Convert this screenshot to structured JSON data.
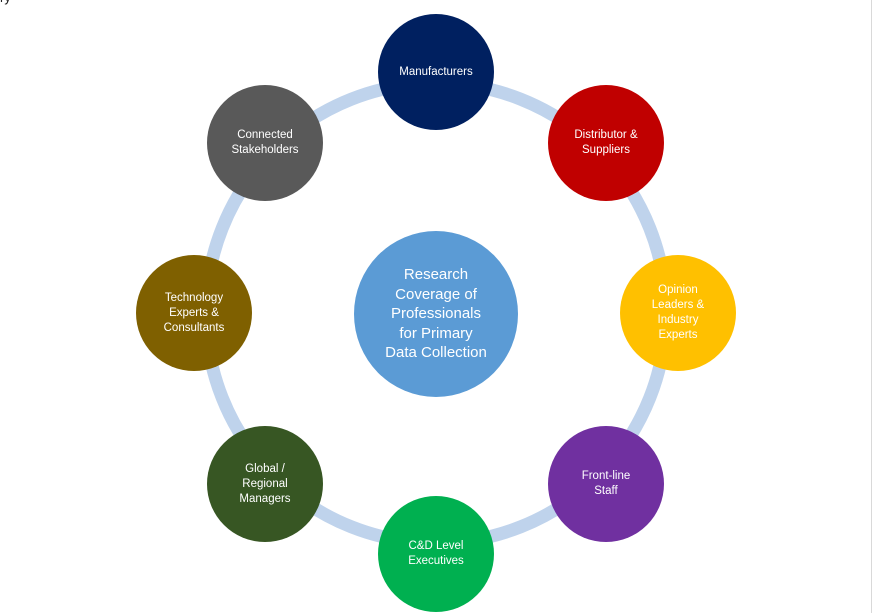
{
  "diagram": {
    "top_fragment": "ry",
    "center": {
      "label": "Research\nCoverage of\nProfessionals\nfor Primary\nData Collection",
      "color": "#5b9bd5"
    },
    "ring_color": "#bfd3ec",
    "nodes": [
      {
        "key": "manufacturers",
        "label": "Manufacturers",
        "color": "#002060"
      },
      {
        "key": "distributor-suppliers",
        "label": "Distributor &\nSuppliers",
        "color": "#c00000"
      },
      {
        "key": "opinion-leaders",
        "label": "Opinion\nLeaders &\nIndustry\nExperts",
        "color": "#ffc000"
      },
      {
        "key": "front-line-staff",
        "label": "Front-line\nStaff",
        "color": "#7030a0"
      },
      {
        "key": "cd-level-executives",
        "label": "C&D Level\nExecutives",
        "color": "#00b050"
      },
      {
        "key": "global-regional-managers",
        "label": "Global /\nRegional\nManagers",
        "color": "#375623"
      },
      {
        "key": "technology-experts",
        "label": "Technology\nExperts &\nConsultants",
        "color": "#7f6000"
      },
      {
        "key": "connected-stakeholders",
        "label": "Connected\nStakeholders",
        "color": "#595959"
      }
    ]
  }
}
